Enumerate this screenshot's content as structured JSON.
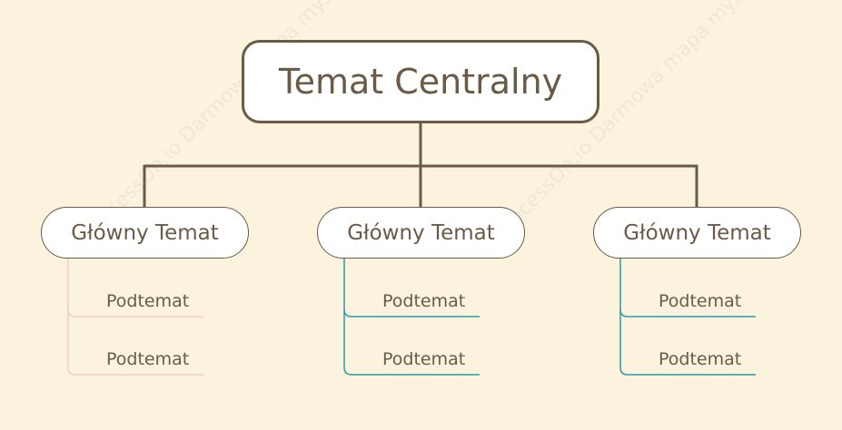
{
  "central_topic": "Temat Centralny",
  "watermark": "ProcessOn.io Darmowa mapa myśli",
  "colors": {
    "background": "#fbf3de",
    "node_border": "#6b5a45",
    "text": "#6b5a45",
    "branch_1": "#f7c9c4",
    "branch_2": "#2e9aa6",
    "branch_3": "#2e9aa6"
  },
  "main_topics": [
    {
      "label": "Główny Temat",
      "subtopics": [
        "Podtemat",
        "Podtemat"
      ]
    },
    {
      "label": "Główny Temat",
      "subtopics": [
        "Podtemat",
        "Podtemat"
      ]
    },
    {
      "label": "Główny Temat",
      "subtopics": [
        "Podtemat",
        "Podtemat"
      ]
    }
  ]
}
